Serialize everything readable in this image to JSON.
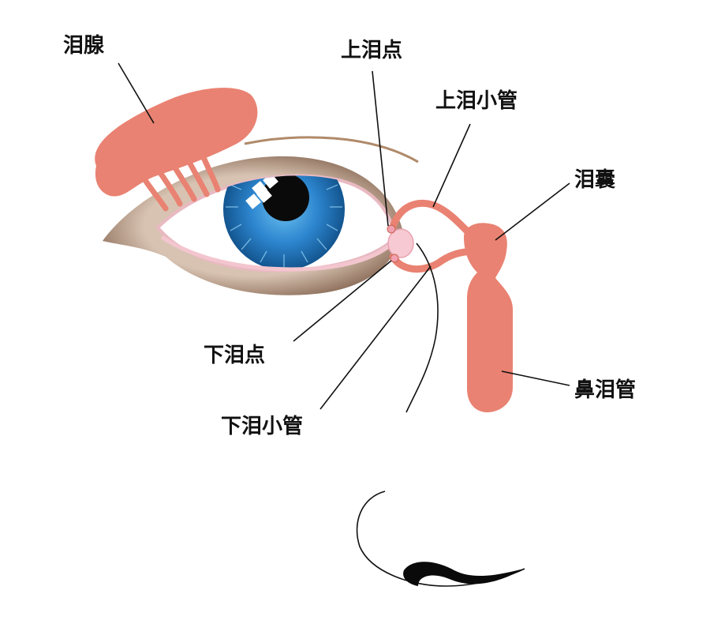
{
  "labels": {
    "lacrimal_gland": "泪腺",
    "upper_punctum": "上泪点",
    "upper_canaliculus": "上泪小管",
    "lacrimal_sac": "泪囊",
    "lower_punctum": "下泪点",
    "lower_canaliculus": "下泪小管",
    "nasolacrimal_duct": "鼻泪管"
  },
  "colors": {
    "duct": "#e98272",
    "duct_outline": "#c8604f",
    "iris": "#1f6fb6",
    "iris_light": "#4aa8e4",
    "pupil": "#0a0a0a",
    "caruncle": "#f7c9d2",
    "lid_skin": "#8a6a55",
    "leader": "#111111"
  }
}
